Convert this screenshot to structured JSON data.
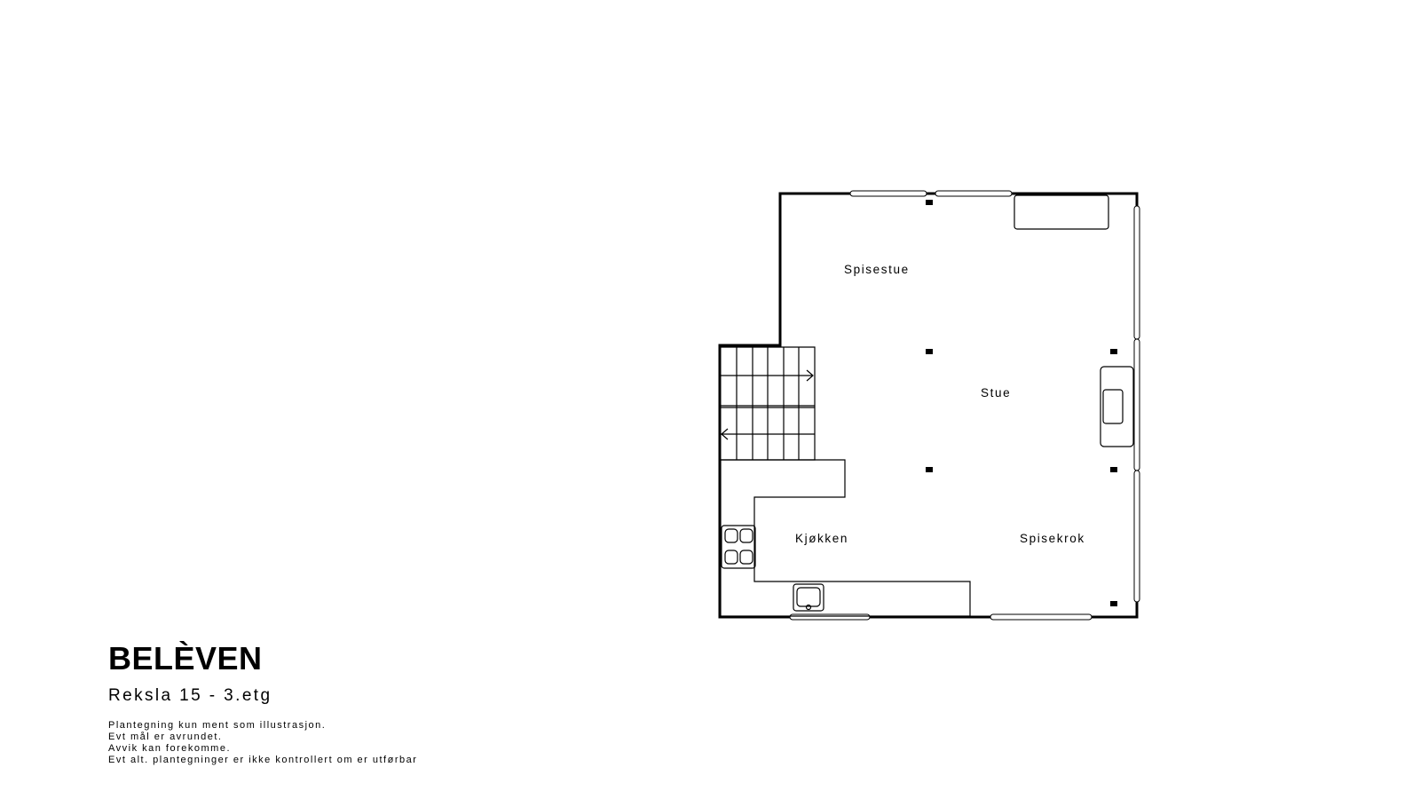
{
  "brand": {
    "logo_text": "BELÈVEN"
  },
  "plan": {
    "title": "Reksla 15 - 3.etg",
    "rooms": {
      "spisestue": "Spisestue",
      "stue": "Stue",
      "kjokken": "Kjøkken",
      "spisekrok": "Spisekrok"
    }
  },
  "disclaimer": {
    "line1": "Plantegning kun ment som illustrasjon.",
    "line2": "Evt mål er avrundet.",
    "line3": "Avvik kan forekomme.",
    "line4": "Evt alt. plantegninger er ikke kontrollert om er utførbar"
  },
  "colors": {
    "ink": "#000000",
    "background": "#ffffff"
  }
}
